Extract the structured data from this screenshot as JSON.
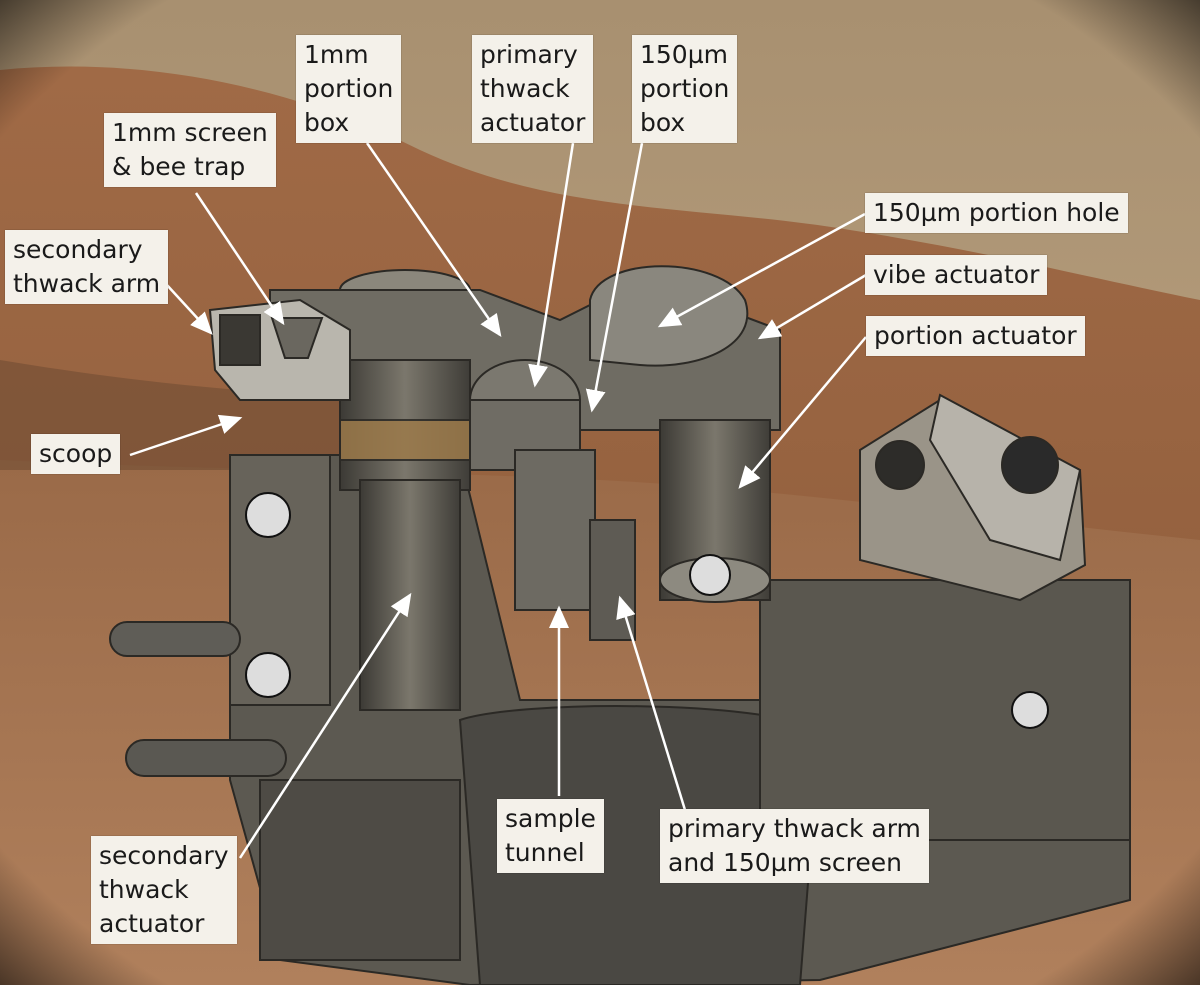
{
  "figure": {
    "labels": [
      {
        "id": "l-1mm-portion-box",
        "text": "1mm\nportion\nbox"
      },
      {
        "id": "l-primary-thwack-actuator",
        "text": "primary\nthwack\nactuator"
      },
      {
        "id": "l-150um-portion-box",
        "text": "150µm\nportion\nbox"
      },
      {
        "id": "l-1mm-screen",
        "text": "1mm screen\n& bee trap"
      },
      {
        "id": "l-secondary-thwack-arm",
        "text": "secondary\nthwack arm"
      },
      {
        "id": "l-150um-portion-hole",
        "text": "150µm portion hole"
      },
      {
        "id": "l-vibe-actuator",
        "text": "vibe actuator"
      },
      {
        "id": "l-portion-actuator",
        "text": "portion actuator"
      },
      {
        "id": "l-scoop",
        "text": "scoop"
      },
      {
        "id": "l-sample-tunnel",
        "text": "sample\ntunnel"
      },
      {
        "id": "l-primary-thwack-arm",
        "text": "primary thwack arm\nand 150µm screen"
      },
      {
        "id": "l-secondary-thwack-actuator",
        "text": "secondary\nthwack\nactuator"
      }
    ]
  },
  "colors": {
    "label_bg": "#f4f1ea",
    "label_text": "#1a1a1a",
    "arrow": "#ffffff",
    "sky": "#b9a081",
    "terrain": "#a66b43",
    "metal": "#6e6a61"
  }
}
